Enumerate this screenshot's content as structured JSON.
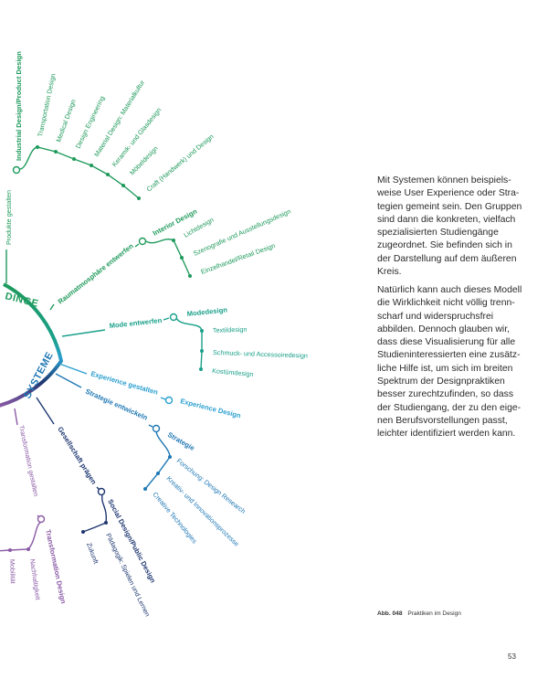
{
  "colors": {
    "dinge": "#1f9a5c",
    "mode": "#1aa08a",
    "systeme_light": "#2a9fcf",
    "strategie": "#1f78b4",
    "gesellschaft": "#1e3770",
    "transformation": "#8a5aa6"
  },
  "diagram": {
    "categories": {
      "dinge": "DINGE",
      "systeme": "SYSTEME"
    },
    "branches": {
      "produkte": {
        "verb": "Produkte gestalten",
        "practice": "Industrial Design/Product Design",
        "programs": [
          "Transportation Design",
          "Medical Design",
          "Design Engineering",
          "Material Design: Materialkultur",
          "Keramik- und Glasdesign",
          "Möbeldesign",
          "Craft (Handwerk) und Design"
        ]
      },
      "raum": {
        "verb": "Raumatmosphäre entwerfen",
        "practice": "Interior Design",
        "programs": [
          "Lichtdesign",
          "Szenografie und Ausstellungsdesign",
          "Einzelhandel/Retail Design"
        ]
      },
      "mode": {
        "verb": "Mode entwerfen",
        "practice": "Modedesign",
        "programs": [
          "Textildesign",
          "Schmuck- und Accessoiredesign",
          "Kostümdesign"
        ]
      },
      "experience": {
        "verb": "Experience gestalten",
        "practice": "Experience Design"
      },
      "strategie": {
        "verb": "Strategie entwickeln",
        "practice": "Strategie",
        "programs": [
          "Forschung: Design Research",
          "Kreativ- und Innovationsprozesse",
          "Creative Technologies"
        ]
      },
      "gesellschaft": {
        "verb": "Gesellschaft prägen",
        "practice": "Social Design/Public Design",
        "programs": [
          "Pädagogik: Spielen und Lernen",
          "Zukunft"
        ]
      },
      "transformation": {
        "verb": "Transformation gestalten",
        "practice": "Transformation Design",
        "programs": [
          "Nachhaltigkeit",
          "Mobilität"
        ]
      }
    }
  },
  "text": {
    "para1": "Mit Systemen können beispiels-\nweise User Experience oder Stra-\ntegien gemeint sein. Den Gruppen\nsind dann die konkreten, vielfach\nspezialisierten Studiengänge\nzugeordnet. Sie befinden sich in\nder Darstellung auf dem äußeren\nKreis.",
    "para2": "Natürlich kann auch dieses Modell\ndie Wirklichkeit nicht völlig trenn-\nscharf und widerspruchsfrei\nabbilden. Dennoch glauben wir,\ndass diese Visualisierung für alle\nStudieninteressierten eine zusätz-\nliche Hilfe ist, um sich im breiten\nSpektrum der Designpraktiken\nbesser zurechtzufinden, so dass\nder Studiengang, der zu den eige-\nnen Berufsvorstellungen passt,\nleichter identifiziert werden kann."
  },
  "caption": {
    "figure_number": "Abb. 048",
    "title": "Praktiken im Design"
  },
  "page_number": "53"
}
